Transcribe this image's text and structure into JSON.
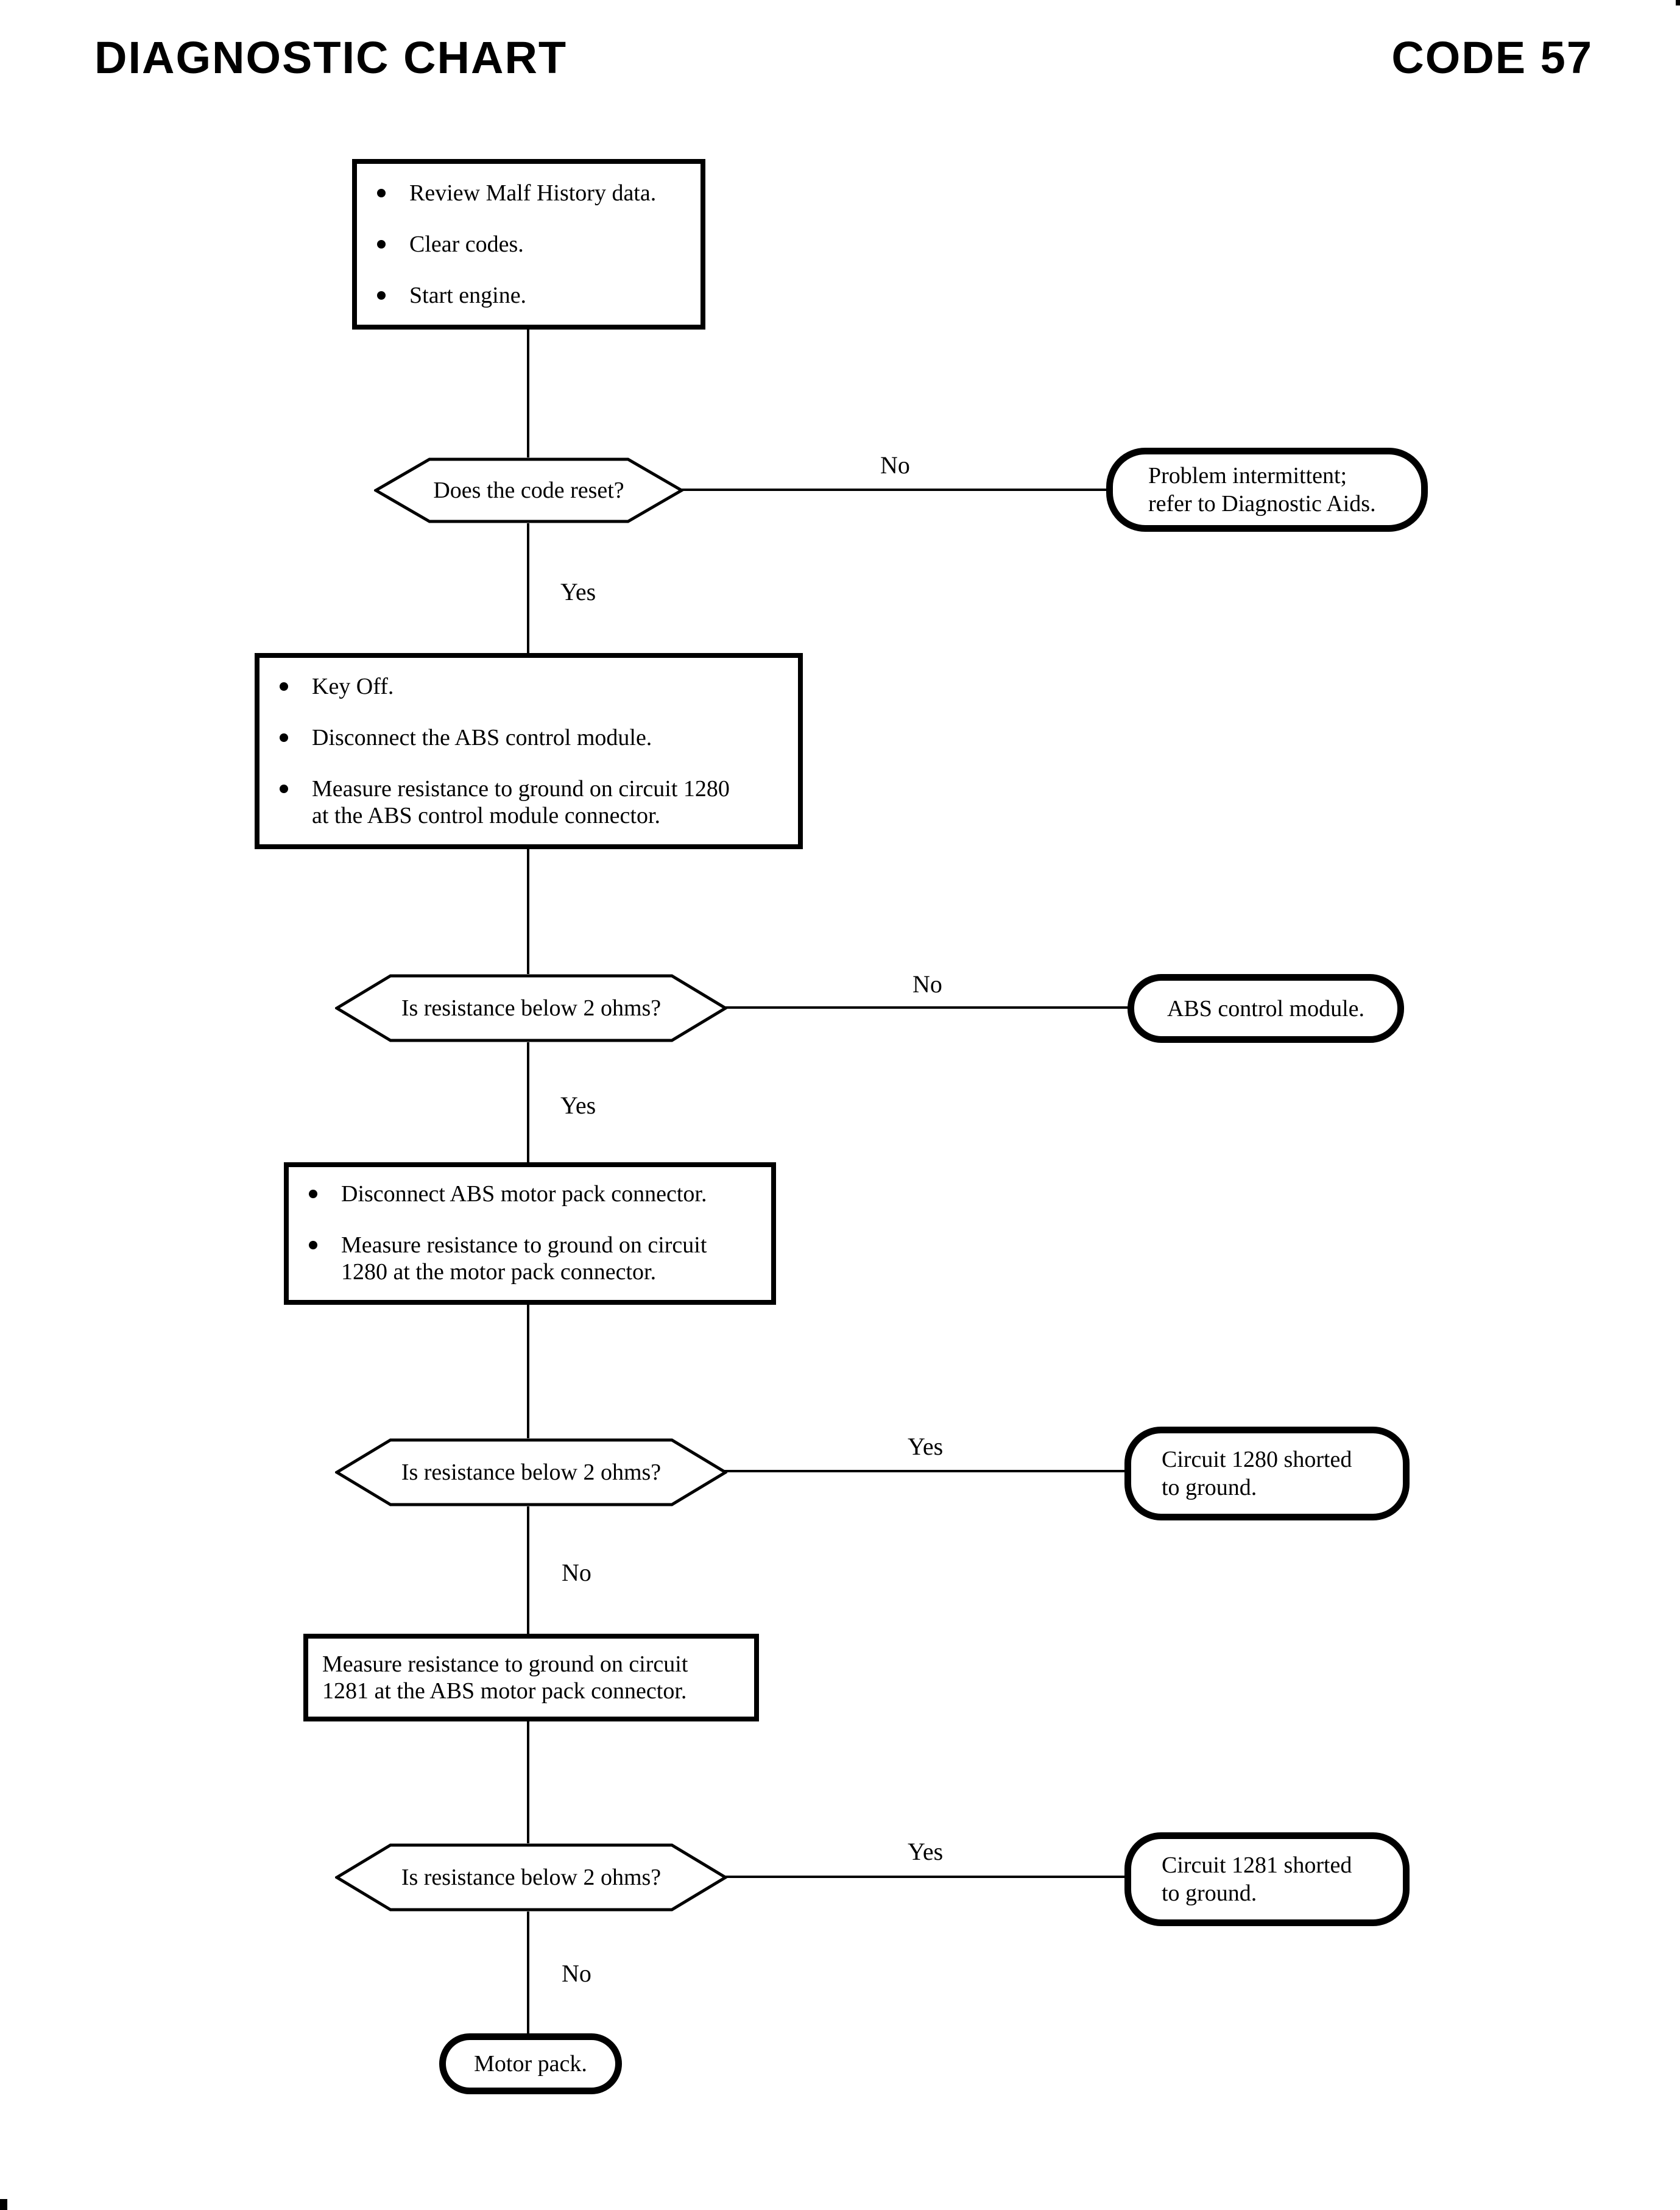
{
  "header": {
    "title": "DIAGNOSTIC CHART",
    "code": "CODE 57"
  },
  "flow": {
    "step1": {
      "items": [
        "Review Malf History data.",
        "Clear codes.",
        "Start engine."
      ]
    },
    "decision1": {
      "question": "Does the code reset?",
      "no_label": "No",
      "yes_label": "Yes"
    },
    "result1": {
      "text": "Problem intermittent;\nrefer to Diagnostic Aids."
    },
    "step2": {
      "items": [
        "Key Off.",
        "Disconnect the ABS control module.",
        "Measure resistance to ground on circuit 1280\nat the ABS control module connector."
      ]
    },
    "decision2": {
      "question": "Is resistance below 2 ohms?",
      "no_label": "No",
      "yes_label": "Yes"
    },
    "result2": {
      "text": "ABS control module."
    },
    "step3": {
      "items": [
        "Disconnect ABS motor pack connector.",
        "Measure resistance to ground on circuit\n1280 at the motor pack connector."
      ]
    },
    "decision3": {
      "question": "Is resistance below 2 ohms?",
      "yes_label": "Yes",
      "no_label": "No"
    },
    "result3": {
      "text": "Circuit 1280 shorted\nto ground."
    },
    "step4": {
      "text": "Measure resistance to ground on circuit\n1281 at the ABS motor pack connector."
    },
    "decision4": {
      "question": "Is resistance below 2 ohms?",
      "yes_label": "Yes",
      "no_label": "No"
    },
    "result4": {
      "text": "Circuit 1281 shorted\nto ground."
    },
    "result5": {
      "text": "Motor pack."
    }
  }
}
